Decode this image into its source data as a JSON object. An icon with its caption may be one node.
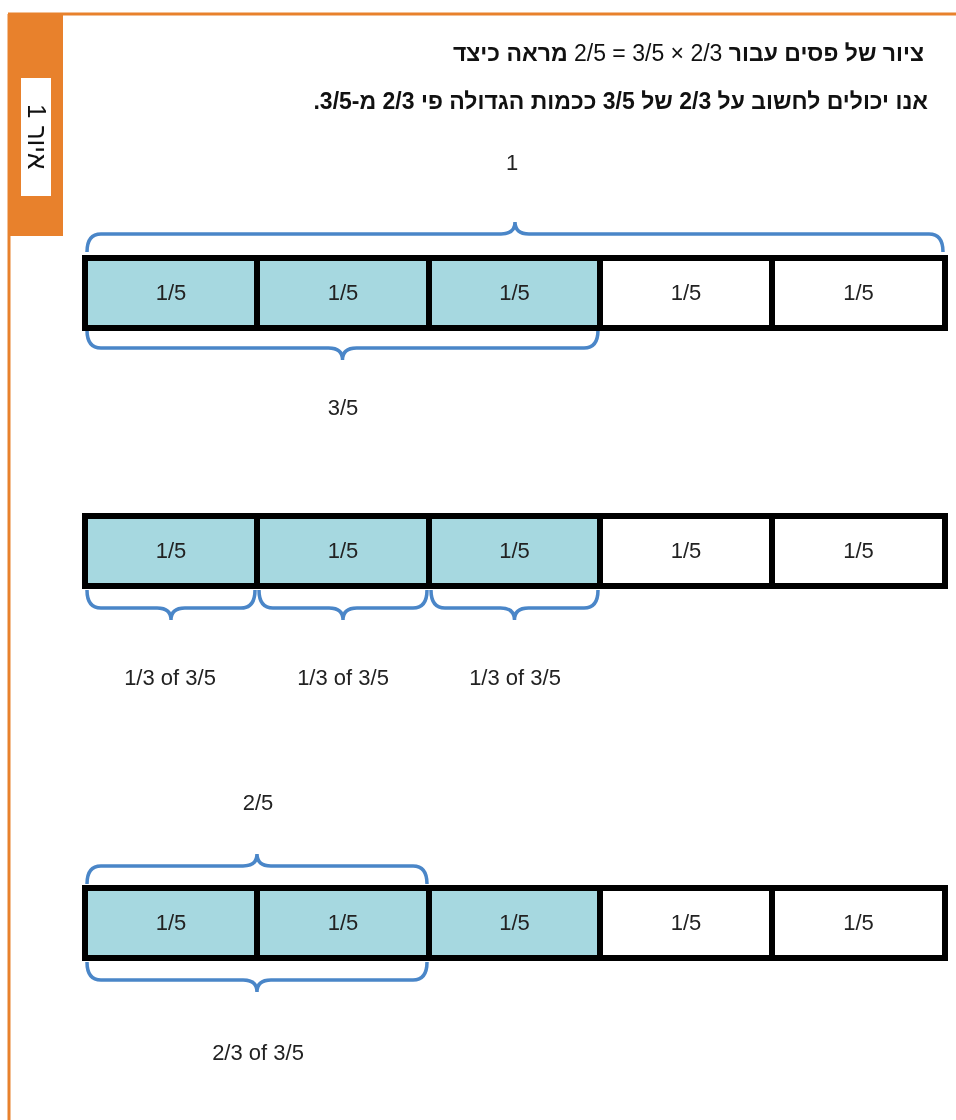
{
  "diagram": {
    "title": "**ציור של פסים עבור** 2/3 × 3/5 = 2/5 **מראה כיצד**",
    "nodes": [
      {
        "text": [
          "1/5"
        ]
      },
      {
        "text": [
          "1/5"
        ]
      },
      {
        "text": [
          "1/5"
        ]
      },
      {
        "text": [
          "1/5"
        ]
      },
      {
        "text": [
          "1/5"
        ]
      },
      {
        "text": [
          "1/5"
        ]
      },
      {
        "text": [
          "1/5"
        ]
      },
      {
        "text": [
          "1/5"
        ]
      },
      {
        "text": [
          "1/5"
        ]
      },
      {
        "text": [
          "1/5"
        ]
      },
      {
        "text": [
          "1/5"
        ]
      },
      {
        "text": [
          "1/5"
        ]
      },
      {
        "text": [
          "1/5"
        ]
      },
      {
        "text": [
          "1/5"
        ]
      },
      {
        "text": [
          "1/5"
        ]
      }
    ],
    "labels": [
      "איור 1",
      "אנו יכולים לחשוב על 2/3 של 3/5 ככמות הגדולה פי 2/3 מ-3/5.",
      "1",
      "3/5",
      "1/3 of 3/5",
      "1/3 of 3/5",
      "1/3 of 3/5",
      "2/5",
      "2/3 of 3/5"
    ]
  }
}
